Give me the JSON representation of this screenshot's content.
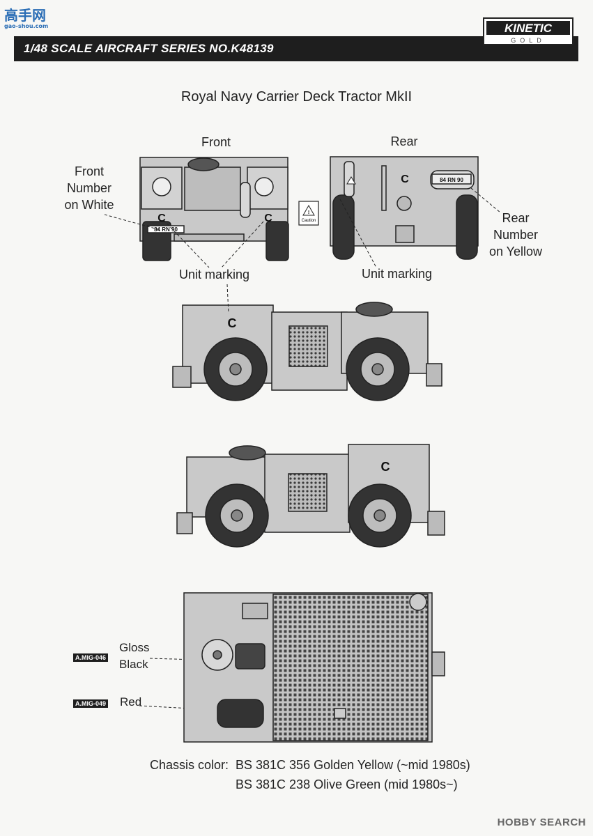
{
  "watermark": {
    "site": "高手网",
    "url": "gao-shou.com"
  },
  "header": {
    "series": "1/48 SCALE  AIRCRAFT  SERIES NO.K48139",
    "brand": "KINETIC",
    "brand_sub": "GOLD"
  },
  "title": "Royal Navy Carrier Deck Tractor MkII",
  "views": {
    "front": "Front",
    "rear": "Rear"
  },
  "callouts": {
    "front_number": "Front\nNumber\non White",
    "rear_number": "Rear\nNumber\non Yellow",
    "unit_marking_front": "Unit marking",
    "unit_marking_rear": "Unit marking"
  },
  "markings": {
    "unit_letter": "C",
    "plate": "84 RN 90",
    "caution": "Caution"
  },
  "paints": [
    {
      "code": "A.MIG-046",
      "name": "Gloss\nBlack"
    },
    {
      "code": "A.MIG-049",
      "name": "Red"
    }
  ],
  "chassis": {
    "label": "Chassis color:",
    "line1": "BS 381C 356 Golden Yellow (~mid 1980s)",
    "line2": "BS 381C 238 Olive Green (mid 1980s~)"
  },
  "footer": {
    "source": "HOBBY SEARCH"
  },
  "colors": {
    "header_bar": "#1e1e1e",
    "vehicle_fill": "#c9c9c9",
    "outline": "#222222"
  }
}
